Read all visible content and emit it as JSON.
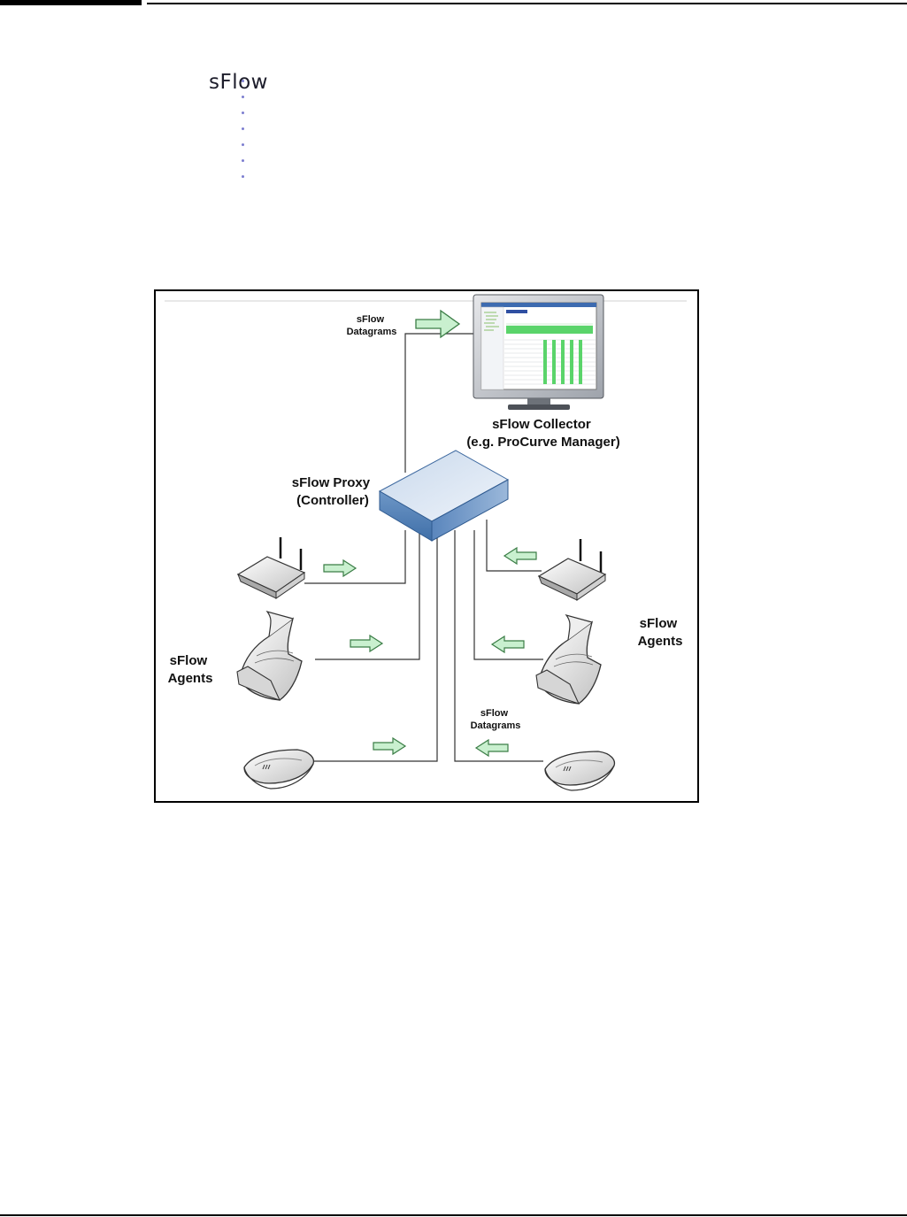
{
  "page": {
    "logo_text": "sFlow"
  },
  "diagram": {
    "top_datagrams_label": [
      "sFlow",
      "Datagrams"
    ],
    "collector_label": [
      "sFlow Collector",
      "(e.g. ProCurve Manager)"
    ],
    "proxy_label": [
      "sFlow Proxy",
      "(Controller)"
    ],
    "agents_left_label": [
      "sFlow",
      "Agents"
    ],
    "agents_right_label": [
      "sFlow",
      "Agents"
    ],
    "bottom_datagrams_label": [
      "sFlow",
      "Datagrams"
    ]
  }
}
